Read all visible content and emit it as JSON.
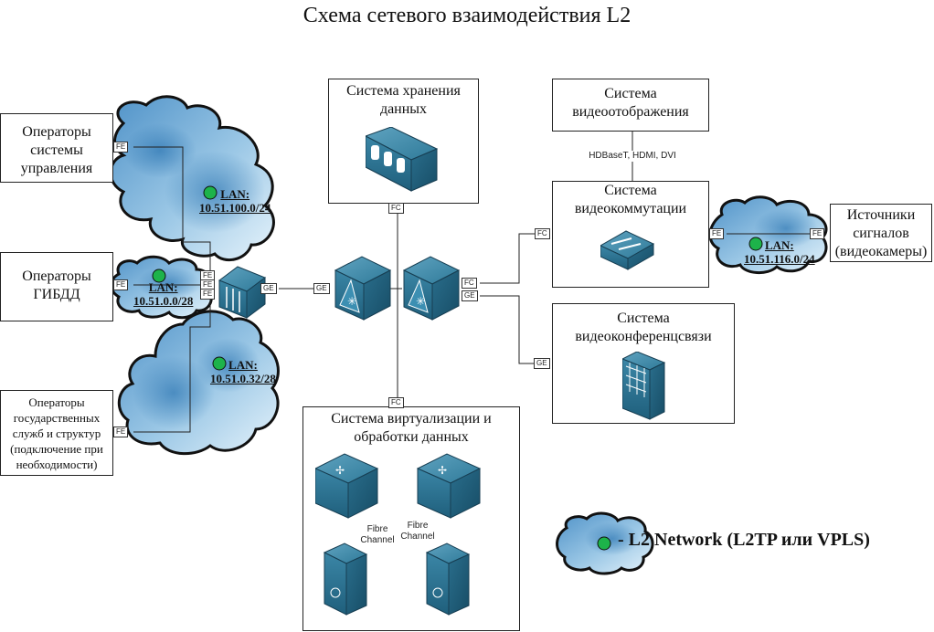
{
  "title": "Схема сетевого взаимодействия L2",
  "boxes": {
    "operators_control": "Операторы\nсистемы\nуправления",
    "operators_gibdd": "Операторы\nГИБДД",
    "operators_gov": "Операторы\nгосударственных\nслужб и структур\n(подключение при\nнеобходимости)",
    "storage": "Система хранения\nданных",
    "video_display": "Система\nвидеоотображения",
    "video_switching": "Система\nвидеокоммутации",
    "video_conf": "Система\nвидеоконференцсвязи",
    "virtualization": "Система виртуализации и\nобработки данных",
    "signal_sources": "Источники\nсигналов\n(видеокамеры)"
  },
  "lans": {
    "lan1": {
      "label": "LAN:",
      "subnet": "10.51.100.0/24"
    },
    "lan2": {
      "label": "LAN:",
      "subnet": "10.51.0.0/28"
    },
    "lan3": {
      "label": "LAN:",
      "subnet": "10.51.0.32/28"
    },
    "lan4": {
      "label": "LAN:",
      "subnet": "10.51.116.0/24"
    }
  },
  "ports": {
    "fe": "FE",
    "ge": "GE",
    "fc": "FC"
  },
  "links": {
    "display_link": "HDBaseT, HDMI, DVI",
    "fibre1": "Fibre\nChannel",
    "fibre2": "Fibre\nChannel"
  },
  "legend": {
    "text": "- L2 Network (L2TP или VPLS)"
  },
  "colors": {
    "cloud_dark": "#2f78b5",
    "cloud_light": "#d8ecf8",
    "device": "#2a6f8e",
    "lan_dot": "#1db34a"
  }
}
